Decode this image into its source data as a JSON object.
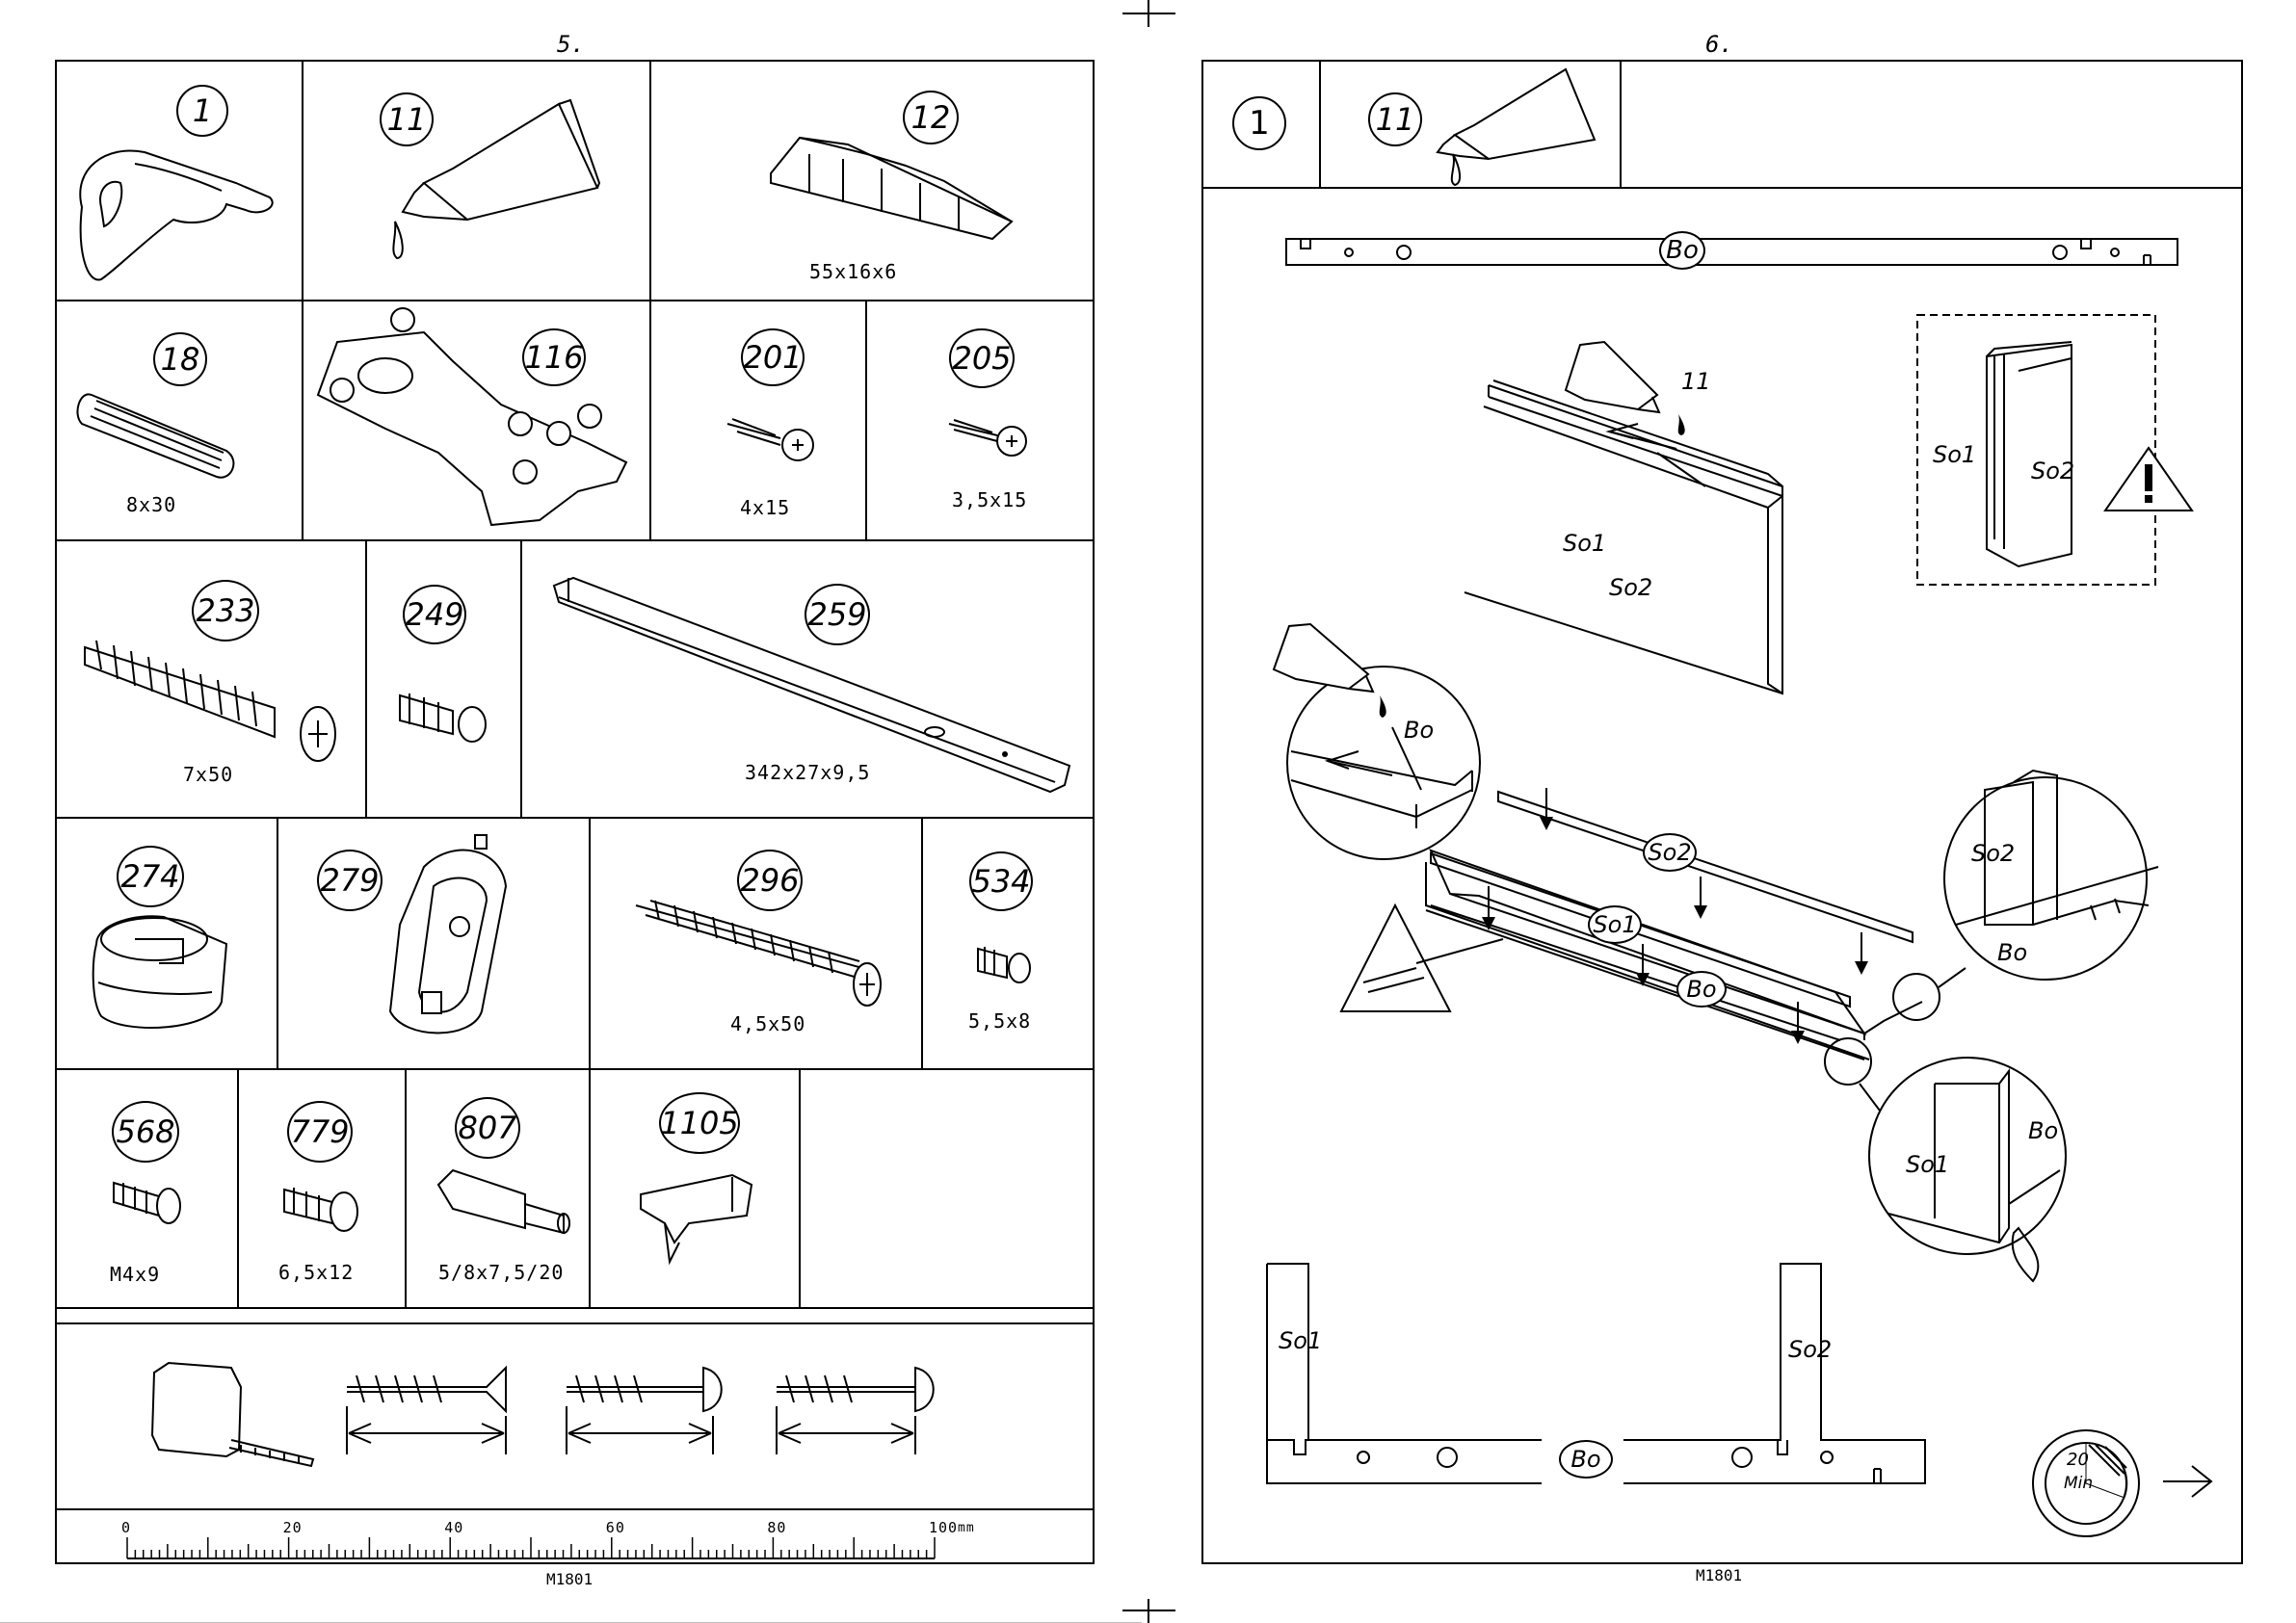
{
  "left_page": {
    "page_number": "5.",
    "footer_code": "M1801",
    "parts": [
      {
        "id": "1",
        "dimension": ""
      },
      {
        "id": "11",
        "dimension": ""
      },
      {
        "id": "12",
        "dimension": "55x16x6"
      },
      {
        "id": "18",
        "dimension": "8x30"
      },
      {
        "id": "116",
        "dimension": ""
      },
      {
        "id": "201",
        "dimension": "4x15"
      },
      {
        "id": "205",
        "dimension": "3,5x15"
      },
      {
        "id": "233",
        "dimension": "7x50"
      },
      {
        "id": "249",
        "dimension": ""
      },
      {
        "id": "259",
        "dimension": "342x27x9,5"
      },
      {
        "id": "274",
        "dimension": ""
      },
      {
        "id": "279",
        "dimension": ""
      },
      {
        "id": "296",
        "dimension": "4,5x50"
      },
      {
        "id": "534",
        "dimension": "5,5x8"
      },
      {
        "id": "568",
        "dimension": "M4x9"
      },
      {
        "id": "779",
        "dimension": "6,5x12"
      },
      {
        "id": "807",
        "dimension": "5/8x7,5/20"
      },
      {
        "id": "1105",
        "dimension": ""
      }
    ],
    "ruler": {
      "labels": [
        "0",
        "20",
        "40",
        "60",
        "80",
        "100"
      ],
      "unit": "mm",
      "max_mm": 100
    }
  },
  "right_page": {
    "page_number": "6.",
    "footer_code": "M1801",
    "step_number": "1",
    "step_parts": [
      "11"
    ],
    "labels": {
      "bo": "Bo",
      "so1": "So1",
      "so2": "So2",
      "glue_ref": "11",
      "time_value": "20",
      "time_unit": "Min"
    },
    "icons": [
      "warning-icon",
      "arrow-right-icon",
      "stopwatch-icon",
      "glue-tube-icon"
    ]
  }
}
